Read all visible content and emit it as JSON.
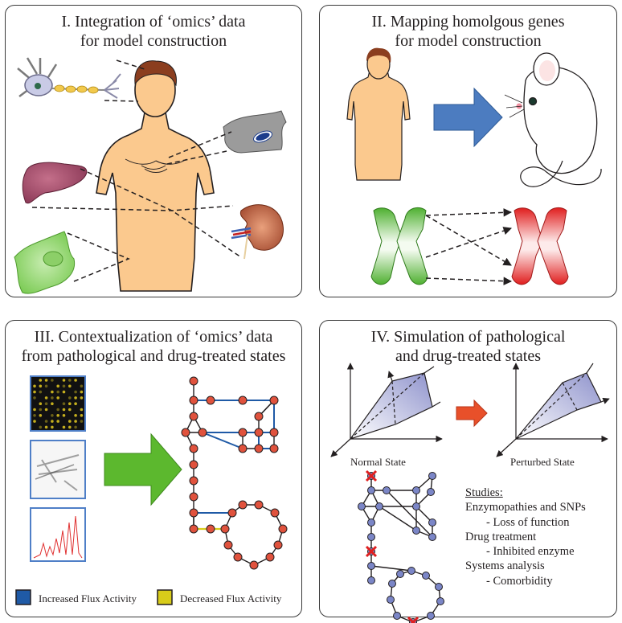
{
  "panels": [
    {
      "title_line1": "I. Integration of ‘omics’ data",
      "title_line2": "for model construction"
    },
    {
      "title_line1": "II. Mapping homolgous genes",
      "title_line2": "for model construction"
    },
    {
      "title_line1": "III. Contextualization of ‘omics’ data",
      "title_line2": "from pathological and drug-treated states"
    },
    {
      "title_line1": "IV. Simulation of pathological",
      "title_line2": "and drug-treated states"
    }
  ],
  "legend": {
    "increased": "Increased Flux Activity",
    "decreased": "Decreased Flux Activity"
  },
  "states": {
    "normal": "Normal State",
    "perturbed": "Perturbed State"
  },
  "studies": {
    "heading": "Studies:",
    "items": [
      "Enzymopathies and SNPs",
      "- Loss of function",
      "Drug treatment",
      "- Inhibited enzyme",
      "Systems analysis",
      "- Comorbidity"
    ]
  },
  "colors": {
    "increased": "#1f5aa6",
    "decreased": "#d8cc1a",
    "node_red": "#e0523d",
    "node_blue": "#7b86c7",
    "skin": "#fbc98e",
    "arrow_blue": "#4c7cc0",
    "arrow_green": "#5cb82e",
    "arrow_red": "#e8502a"
  }
}
